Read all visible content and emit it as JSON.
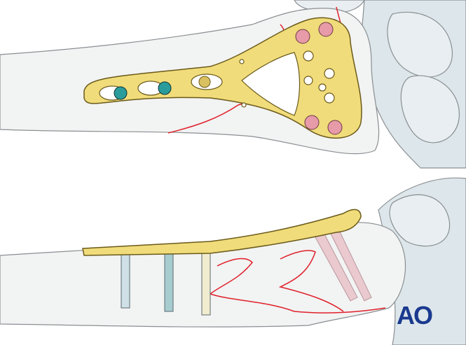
{
  "logo": {
    "text": "AO"
  },
  "colors": {
    "plate": "#f0dc7a",
    "plate_outline": "#6b5a1a",
    "bone": "#f2f3f3",
    "bone_outline": "#8a8f92",
    "carpal": "#dde6ea",
    "fracture": "#e0202a",
    "screw_locking": "#2a9c9c",
    "screw_distal": "#e79aa8",
    "logo": "#1a3a8f"
  },
  "views": [
    "top-view",
    "lateral-view"
  ]
}
